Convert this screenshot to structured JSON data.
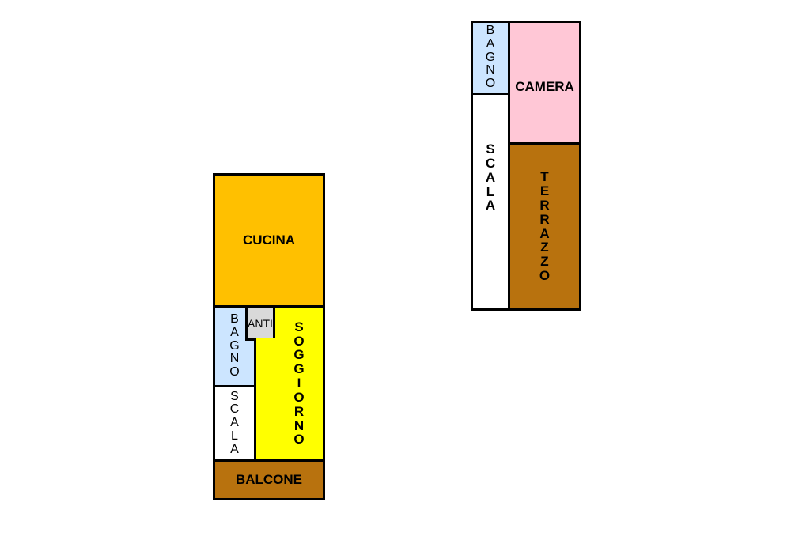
{
  "plan_left": {
    "cucina": {
      "label": "CUCINA",
      "color": "#FFC000"
    },
    "bagno": {
      "label": "BAGNO",
      "color": "#CCE5FF"
    },
    "anti": {
      "label": "ANTI",
      "color": "#D9D9D9"
    },
    "soggiorno": {
      "label": "SOGGIORNO",
      "color": "#FFFF00"
    },
    "scala": {
      "label": "SCALA",
      "color": "#FFFFFF"
    },
    "balcone": {
      "label": "BALCONE",
      "color": "#B8720E"
    }
  },
  "plan_right": {
    "bagno": {
      "label": "BAGNO",
      "color": "#CCE5FF"
    },
    "camera": {
      "label": "CAMERA",
      "color": "#FFC7D6"
    },
    "scala": {
      "label": "SCALA",
      "color": "#FFFFFF"
    },
    "terrazzo": {
      "label": "TERRAZZO",
      "color": "#B8720E"
    }
  }
}
